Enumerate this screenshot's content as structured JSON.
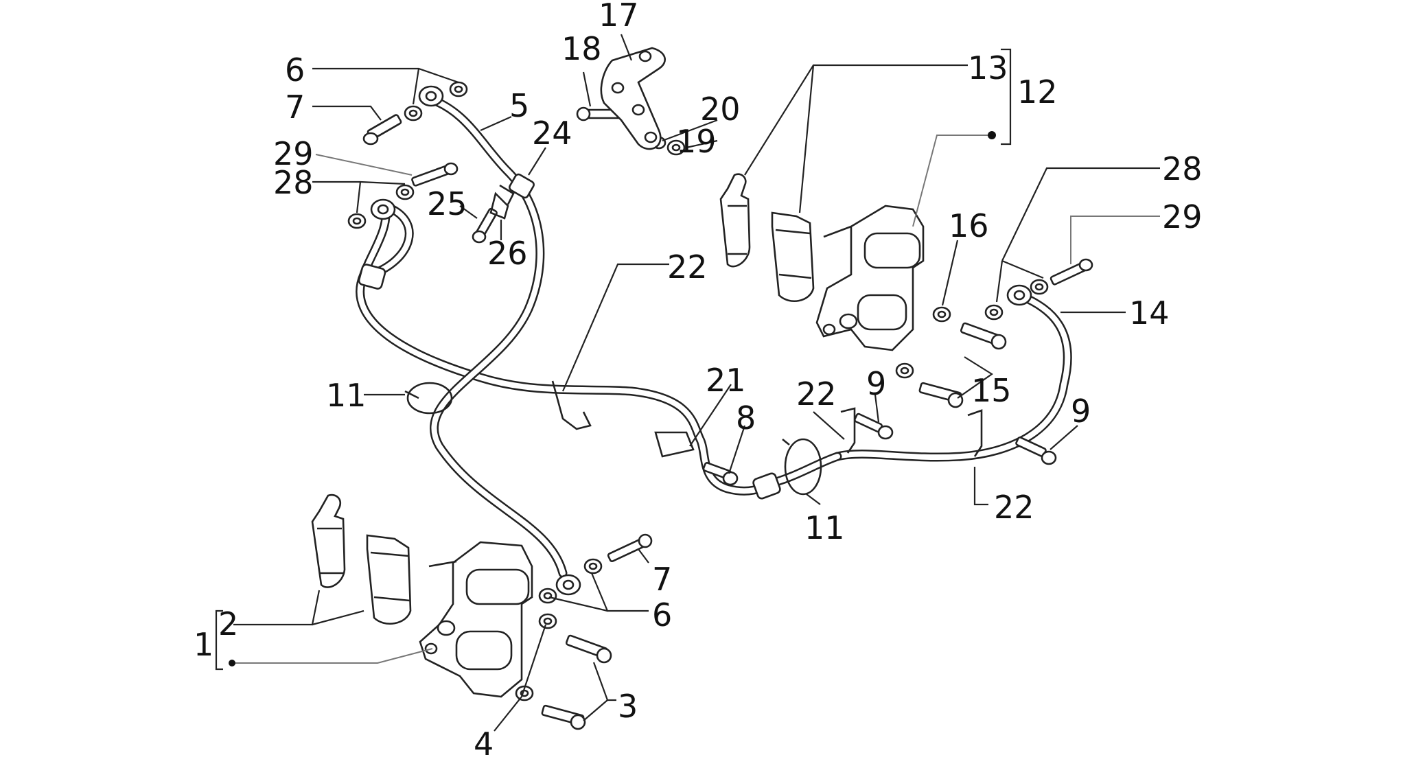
{
  "callouts": [
    {
      "id": "c1",
      "text": "1"
    },
    {
      "id": "c2",
      "text": "2"
    },
    {
      "id": "c3",
      "text": "3"
    },
    {
      "id": "c4",
      "text": "4"
    },
    {
      "id": "c5",
      "text": "5"
    },
    {
      "id": "c6a",
      "text": "6"
    },
    {
      "id": "c6b",
      "text": "6"
    },
    {
      "id": "c7a",
      "text": "7"
    },
    {
      "id": "c7b",
      "text": "7"
    },
    {
      "id": "c8",
      "text": "8"
    },
    {
      "id": "c9a",
      "text": "9"
    },
    {
      "id": "c9b",
      "text": "9"
    },
    {
      "id": "c11a",
      "text": "11"
    },
    {
      "id": "c11b",
      "text": "11"
    },
    {
      "id": "c12",
      "text": "12"
    },
    {
      "id": "c13",
      "text": "13"
    },
    {
      "id": "c14",
      "text": "14"
    },
    {
      "id": "c15",
      "text": "15"
    },
    {
      "id": "c16",
      "text": "16"
    },
    {
      "id": "c17",
      "text": "17"
    },
    {
      "id": "c18",
      "text": "18"
    },
    {
      "id": "c19",
      "text": "19"
    },
    {
      "id": "c20",
      "text": "20"
    },
    {
      "id": "c21",
      "text": "21"
    },
    {
      "id": "c22a",
      "text": "22"
    },
    {
      "id": "c22b",
      "text": "22"
    },
    {
      "id": "c22c",
      "text": "22"
    },
    {
      "id": "c24",
      "text": "24"
    },
    {
      "id": "c25",
      "text": "25"
    },
    {
      "id": "c26",
      "text": "26"
    },
    {
      "id": "c28a",
      "text": "28"
    },
    {
      "id": "c28b",
      "text": "28"
    },
    {
      "id": "c29a",
      "text": "29"
    },
    {
      "id": "c29b",
      "text": "29"
    }
  ]
}
